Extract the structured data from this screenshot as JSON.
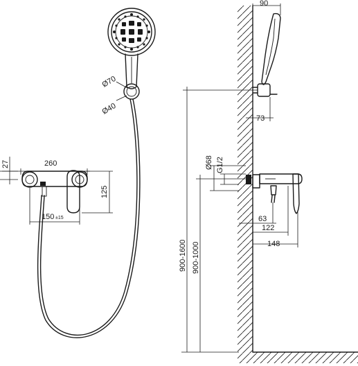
{
  "dimensions": {
    "handshower_width": "90",
    "handshower_offset": "73",
    "head_diameter": "Ø70",
    "holder_diameter": "Ø40",
    "mixer_width": "260",
    "mixer_height_top": "27",
    "mixer_height": "125",
    "inlet_spacing": "150",
    "inlet_spacing_tolerance": "±15",
    "cover_diameter": "Ø68",
    "thread": "G1/2",
    "spout_offset": "63",
    "body_depth": "122",
    "lever_depth": "148",
    "holder_height_range": "900-1600",
    "mixer_height_range": "900-1000"
  },
  "colors": {
    "line": "#1a1a1a",
    "background": "#ffffff"
  }
}
